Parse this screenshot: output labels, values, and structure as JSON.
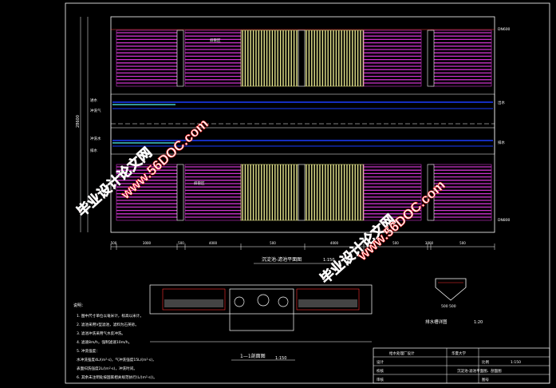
{
  "drawing": {
    "plan_title": "沉淀池-滤池平面图",
    "plan_scale": "1:150",
    "section_title": "1—1剖面图",
    "section_scale": "1:150",
    "gutter_title": "排水槽详图",
    "gutter_scale": "1:20",
    "gutter_dim": "500 500",
    "notes_heading": "说明：",
    "notes": [
      "1. 图中尺寸单位以毫米计，标高以米计。",
      "2. 滤池采用V型滤池，滤料为石英砂。",
      "3. 滤池冲洗采用气水反冲洗。",
      "4. 滤速8m/h，强制滤速10m/h。",
      "5. 冲洗强度：",
      "   水冲洗强度4L/(m²·s)，气冲洗强度15L/(m²·s)，",
      "   表面扫洗强度2L/(m²·s)，冲洗时间。",
      "6. 其余未注明处按国家相关规范执行(L/(m²·s))。"
    ],
    "title_block": {
      "school": "华夏大学",
      "project_cell": "给水处理厂设计",
      "drawing_name": "沉淀池-滤池平面图、剖面图",
      "design": "设计",
      "check": "校核",
      "approve": "审核",
      "scale_label": "比例",
      "scale_value": "1:150",
      "sheet": "图号"
    },
    "plan_labels": {
      "left_dim": "28600",
      "water_in": "进水",
      "water_out": "出水",
      "wash_air": "冲洗气",
      "wash_water": "冲洗水",
      "drain": "排水",
      "left_bar_1": "DN600",
      "left_bar_2": "DN800",
      "filter_label": "斜管区",
      "bottom_dims": [
        "500",
        "3000",
        "500",
        "4000",
        "500",
        "4000",
        "500",
        "3000",
        "500"
      ]
    },
    "watermarks": {
      "site_name": "毕业设计论文网",
      "site_url": "www.56DOC.com"
    },
    "colors": {
      "background": "#000000",
      "outline": "#ffffff",
      "hatch_magenta": "#cc33cc",
      "hatch_yellow": "#e6e68c",
      "pipe_blue": "#1a3cff",
      "pipe_cyan": "#4ff3f3",
      "dim_red": "#ff3030",
      "watermark_red": "#ff1f1f",
      "watermark_white": "#ffffff"
    }
  }
}
